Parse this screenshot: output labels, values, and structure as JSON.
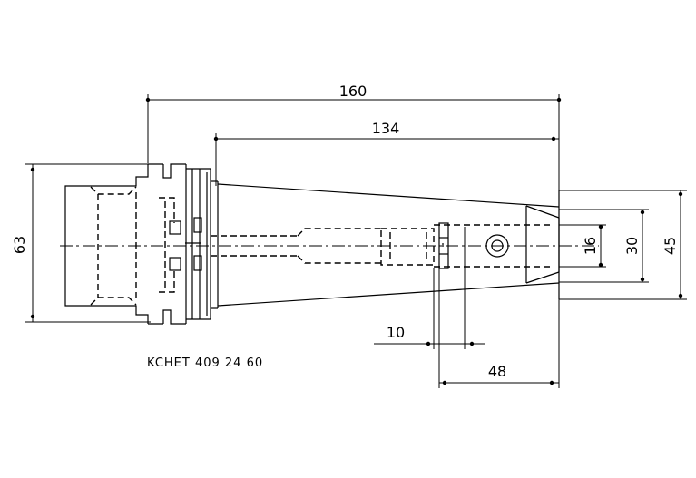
{
  "drawing": {
    "dimensions": {
      "overall_length": "160",
      "body_length": "134",
      "flange_diameter": "63",
      "groove_width": "10",
      "bore_depth": "48",
      "bore_diameter": "16",
      "nose_diameter_small": "30",
      "nose_diameter_large": "45"
    },
    "caption": "KCHET 409 24 60"
  }
}
